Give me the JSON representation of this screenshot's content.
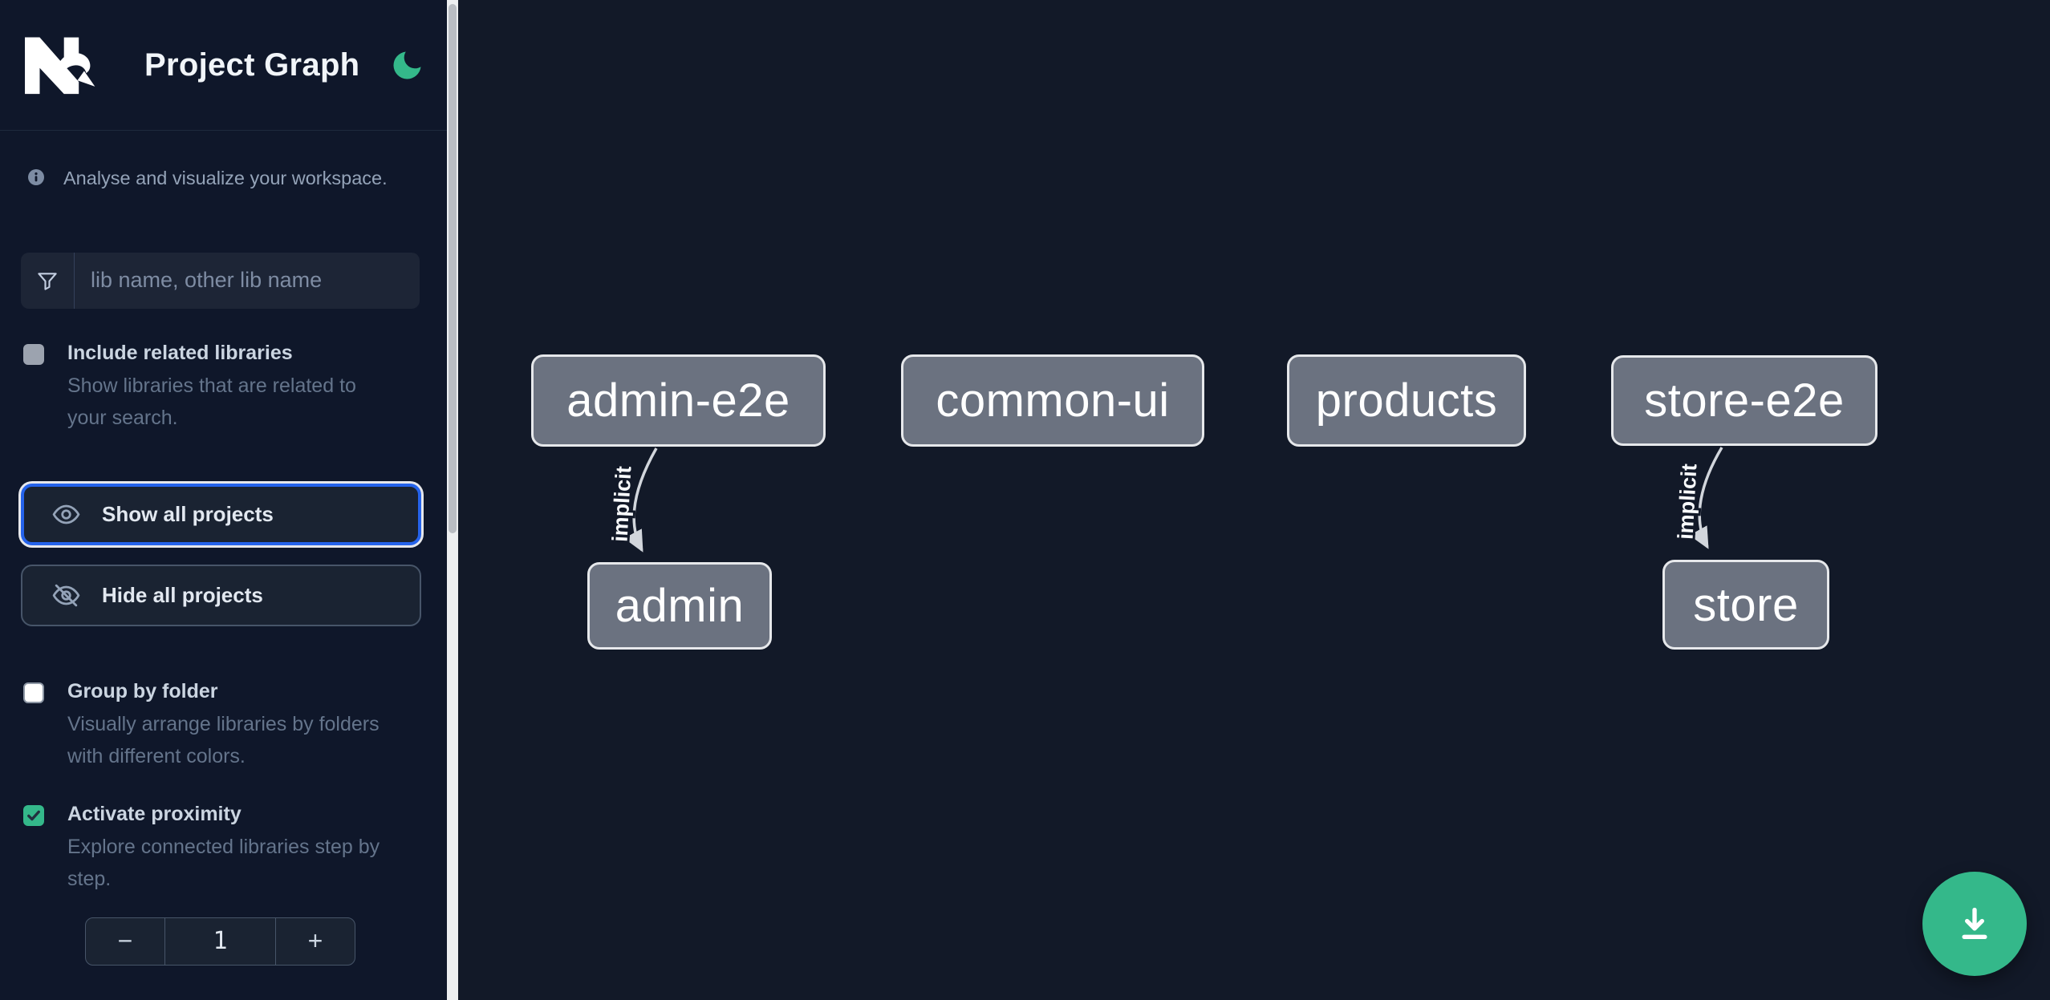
{
  "sidebar": {
    "title": "Project Graph",
    "tagline": "Analyse and visualize your workspace.",
    "search": {
      "placeholder": "lib name, other lib name",
      "value": ""
    },
    "options": {
      "include_related": {
        "label": "Include related libraries",
        "description": "Show libraries that are related to your search.",
        "checked": false
      },
      "group_by_folder": {
        "label": "Group by folder",
        "description": "Visually arrange libraries by folders with different colors.",
        "checked": false
      },
      "activate_proximity": {
        "label": "Activate proximity",
        "description": "Explore connected libraries step by step.",
        "checked": true
      }
    },
    "buttons": {
      "show_all": "Show all projects",
      "hide_all": "Hide all projects"
    },
    "proximity_stepper": {
      "decrement": "−",
      "value": "1",
      "increment": "+"
    }
  },
  "graph": {
    "nodes": [
      {
        "label": "admin-e2e"
      },
      {
        "label": "common-ui"
      },
      {
        "label": "products"
      },
      {
        "label": "store-e2e"
      },
      {
        "label": "admin"
      },
      {
        "label": "store"
      }
    ],
    "edges": [
      {
        "label": "implicit",
        "source": "admin-e2e",
        "target": "admin"
      },
      {
        "label": "implicit",
        "source": "store-e2e",
        "target": "store"
      }
    ]
  },
  "colors": {
    "accent_green": "#34b88a",
    "focus_blue": "#2563eb",
    "node_fill": "#6b7280",
    "node_border": "#e6e8eb",
    "edge": "#d2d6dc",
    "sidebar_bg": "#0f172a",
    "canvas_bg": "#121928"
  }
}
